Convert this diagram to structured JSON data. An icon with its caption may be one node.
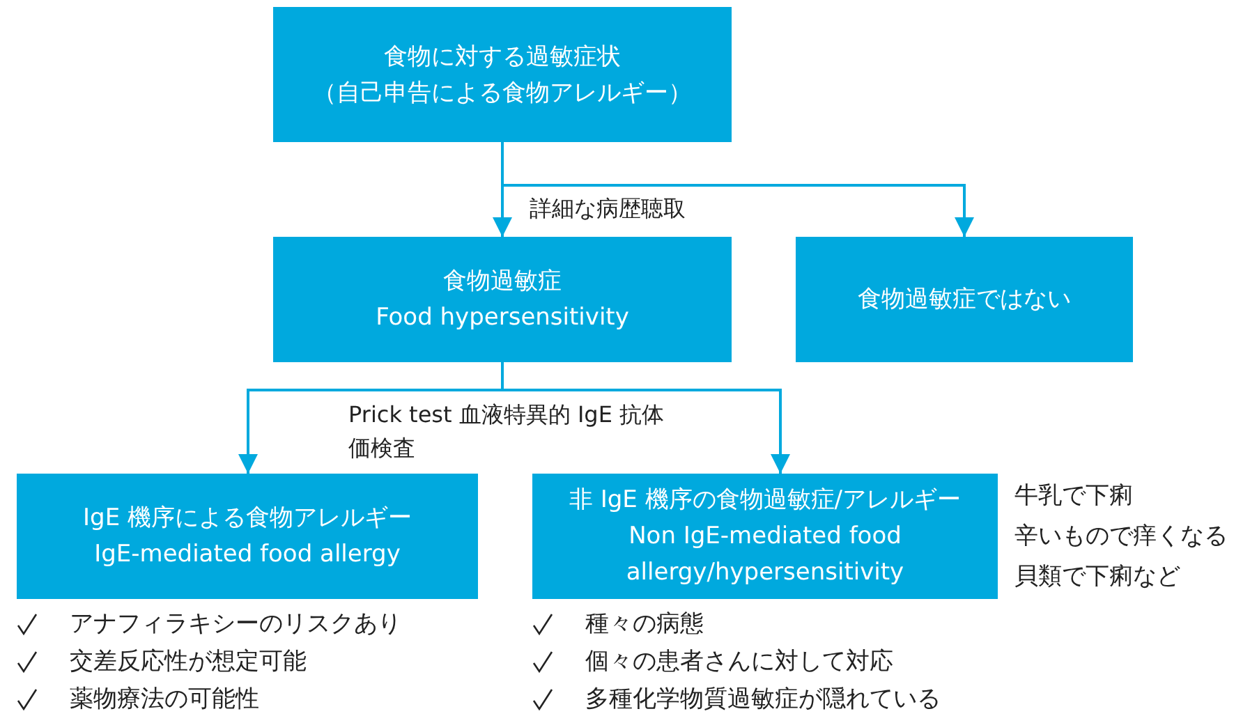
{
  "diagram": {
    "nodes": [
      {
        "text": [
          "食物に対する過敏症状",
          "（自己申告による食物アレルギー）"
        ]
      },
      {
        "text": [
          "食物過敏症",
          "Food hypersensitivity"
        ]
      },
      {
        "text": [
          "食物過敏症ではない"
        ]
      },
      {
        "text": [
          "IgE 機序による食物アレルギー",
          "IgE-mediated food allergy"
        ]
      },
      {
        "text": [
          "非 IgE 機序の食物過敏症/アレルギー",
          "Non IgE-mediated food allergy/hypersensitivity"
        ],
        "beside": [
          "牛乳で下痢",
          "辛いもので痒くなる",
          "貝類で下痢など"
        ]
      }
    ],
    "edges": [
      {
        "from": 0,
        "to": 1,
        "arrow": "to",
        "label": "詳細な病歴聴取"
      },
      {
        "from": 0,
        "to": 2,
        "arrow": "to"
      },
      {
        "from": 1,
        "to": 3,
        "arrow": "to",
        "label": "Prick test 血液特異的 IgE 抗体価検査"
      },
      {
        "from": 1,
        "to": 4,
        "arrow": "to"
      }
    ],
    "labels": [
      "アナフィラキシーのリスクあり",
      "交差反応性が想定可能",
      "薬物療法の可能性",
      "種々の病態",
      "個々の患者さんに対して対応",
      "多種化学物質過敏症が隠れている"
    ]
  }
}
